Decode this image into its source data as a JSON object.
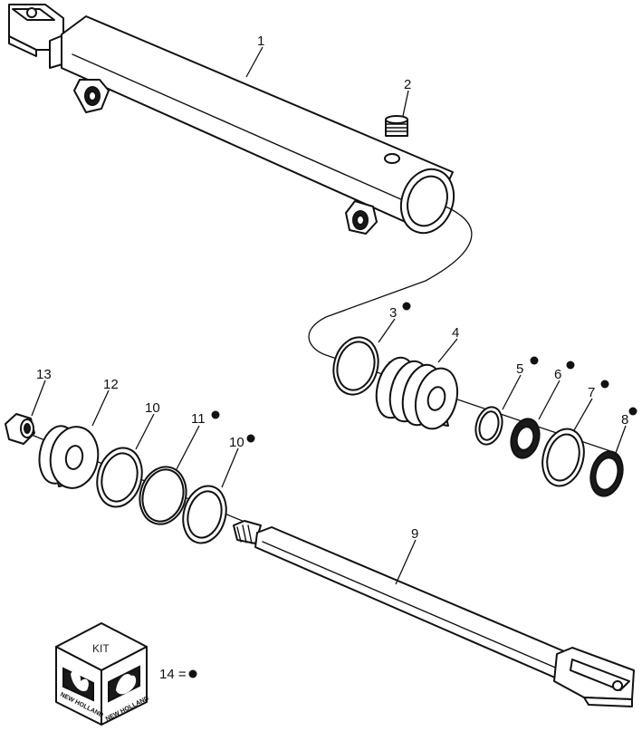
{
  "callouts": [
    {
      "id": "1",
      "label": "1",
      "kit": false
    },
    {
      "id": "2",
      "label": "2",
      "kit": false
    },
    {
      "id": "3",
      "label": "3",
      "kit": true
    },
    {
      "id": "4",
      "label": "4",
      "kit": false
    },
    {
      "id": "5",
      "label": "5",
      "kit": true
    },
    {
      "id": "6",
      "label": "6",
      "kit": true
    },
    {
      "id": "7",
      "label": "7",
      "kit": true
    },
    {
      "id": "8",
      "label": "8",
      "kit": true
    },
    {
      "id": "9",
      "label": "9",
      "kit": false
    },
    {
      "id": "10a",
      "label": "10",
      "kit": false
    },
    {
      "id": "10b",
      "label": "10",
      "kit": true
    },
    {
      "id": "11",
      "label": "11",
      "kit": true
    },
    {
      "id": "12",
      "label": "12",
      "kit": false
    },
    {
      "id": "13",
      "label": "13",
      "kit": false
    }
  ],
  "kit_box": {
    "label": "KIT",
    "brand_left": "NEW HOLLAND",
    "brand_right": "NEW HOLLAND"
  },
  "legend": {
    "text": "14 =",
    "symbol": "●"
  },
  "colors": {
    "line": "#111111",
    "background": "#ffffff"
  }
}
